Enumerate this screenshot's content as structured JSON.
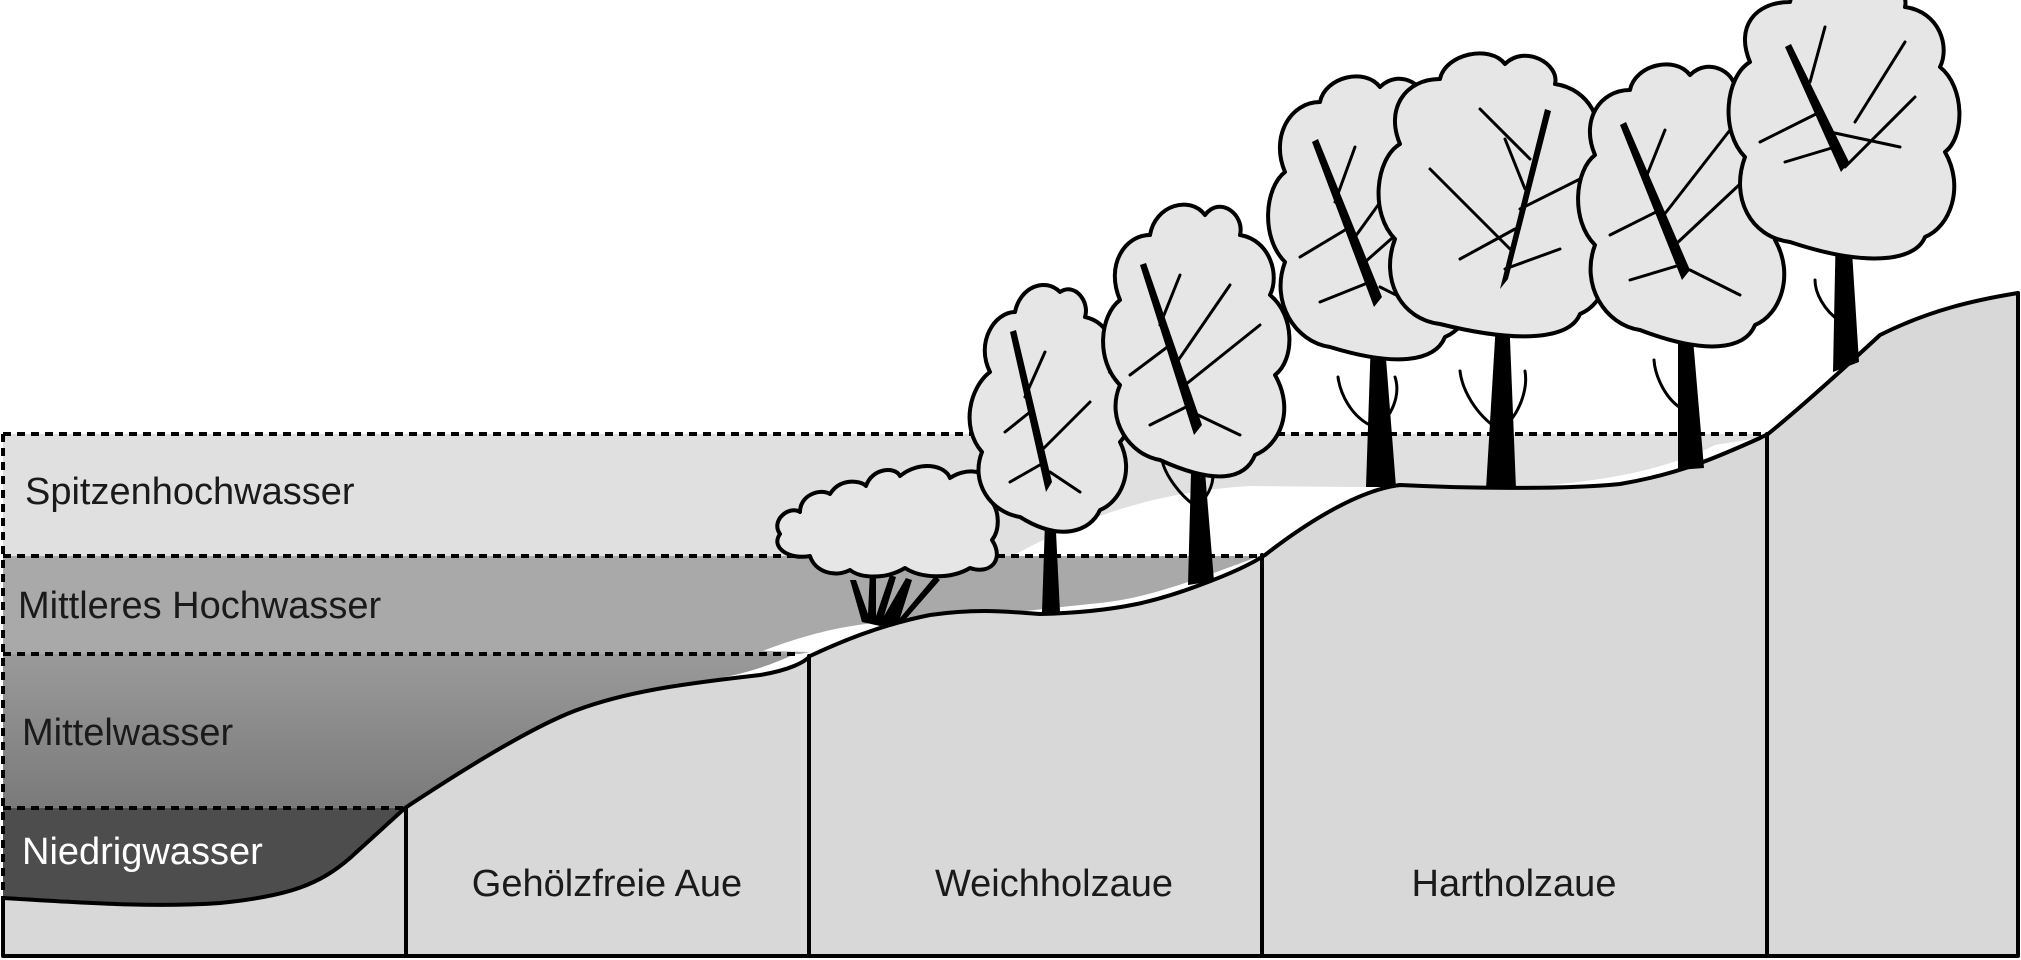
{
  "water_levels": {
    "peak": "Spitzenhochwasser",
    "mean_high": "Mittleres Hochwasser",
    "mean": "Mittelwasser",
    "low": "Niedrigwasser"
  },
  "zones": {
    "treeless": "Gehölzfreie Aue",
    "softwood": "Weichholzaue",
    "hardwood": "Hartholzaue"
  },
  "colors": {
    "peak_water": "#e0e0e0",
    "mean_high_water": "#a9a9a9",
    "mean_water_top": "#9a9a9a",
    "mean_water_bottom": "#7a7a7a",
    "low_water": "#4d4d4d",
    "ground": "#d8d8d8",
    "crown": "#e6e6e6",
    "line": "#000000"
  }
}
